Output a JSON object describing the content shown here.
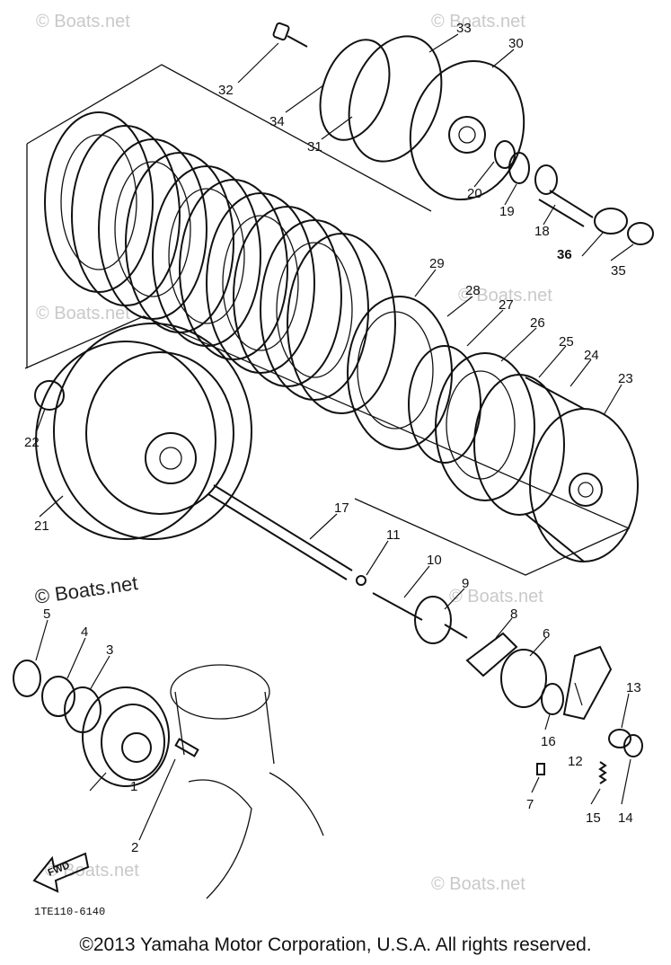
{
  "watermarks": [
    "© Boats.net",
    "© Boats.net",
    "© Boats.net",
    "© Boats.net",
    "© Boats.net",
    "© Boats.net",
    "© Boats.net"
  ],
  "watermark_main": "© Boats.net",
  "fwd_label": "FWD",
  "drawing_code": "1TE110-6140",
  "copyright": "©2013 Yamaha Motor Corporation, U.S.A. All rights reserved.",
  "callouts": [
    "1",
    "2",
    "3",
    "4",
    "5",
    "6",
    "7",
    "8",
    "9",
    "10",
    "11",
    "12",
    "13",
    "14",
    "15",
    "16",
    "17",
    "18",
    "19",
    "20",
    "21",
    "22",
    "23",
    "24",
    "25",
    "26",
    "27",
    "28",
    "29",
    "30",
    "31",
    "32",
    "33",
    "34",
    "35",
    "36"
  ],
  "colors": {
    "ink": "#111111",
    "watermark": "#c9c9c9",
    "background": "#ffffff"
  }
}
